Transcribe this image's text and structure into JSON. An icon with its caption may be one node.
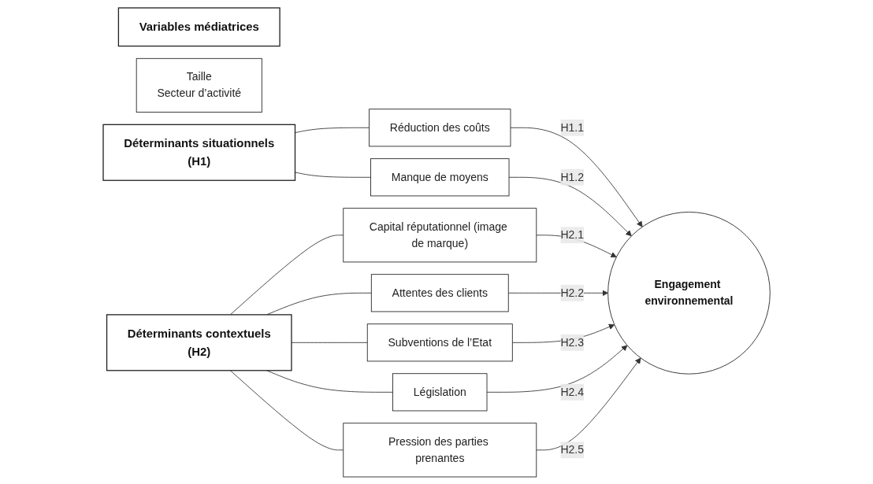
{
  "diagram": {
    "nodes": [
      {
        "text": [
          "Déterminants situationnels",
          "(H1)"
        ]
      },
      {
        "text": [
          "Réduction des coûts"
        ]
      },
      {
        "text": [
          "Manque de moyens"
        ]
      },
      {
        "text": [
          "Déterminants contextuels",
          "(H2)"
        ]
      },
      {
        "text": [
          "Capital réputationnel (image de marque)"
        ]
      },
      {
        "text": [
          "Attentes des clients"
        ]
      },
      {
        "text": [
          "Subventions de l’Etat"
        ]
      },
      {
        "text": [
          "Législation"
        ]
      },
      {
        "text": [
          "Pression des parties prenantes"
        ]
      },
      {
        "text": [
          "Variables médiatrices"
        ]
      },
      {
        "text": [
          "Engagement environnemental"
        ]
      },
      {
        "text": [
          "Taille",
          "Secteur d’activité"
        ]
      }
    ],
    "edges": [
      {
        "from": 0,
        "to": 1,
        "arrow": "none"
      },
      {
        "from": 0,
        "to": 2,
        "arrow": "none"
      },
      {
        "from": 3,
        "to": 4,
        "arrow": "none"
      },
      {
        "from": 3,
        "to": 5,
        "arrow": "none"
      },
      {
        "from": 3,
        "to": 6,
        "arrow": "none"
      },
      {
        "from": 3,
        "to": 7,
        "arrow": "none"
      },
      {
        "from": 3,
        "to": 8,
        "arrow": "none"
      },
      {
        "from": 1,
        "to": 10,
        "arrow": "to",
        "label": "H1.1"
      },
      {
        "from": 2,
        "to": 10,
        "arrow": "to",
        "label": "H1.2"
      },
      {
        "from": 4,
        "to": 10,
        "arrow": "to",
        "label": "H2.1"
      },
      {
        "from": 5,
        "to": 10,
        "arrow": "to",
        "label": "H2.2"
      },
      {
        "from": 6,
        "to": 10,
        "arrow": "to",
        "label": "H2.3"
      },
      {
        "from": 7,
        "to": 10,
        "arrow": "to",
        "label": "H2.4"
      },
      {
        "from": 8,
        "to": 10,
        "arrow": "to",
        "label": "H2.5"
      }
    ]
  }
}
